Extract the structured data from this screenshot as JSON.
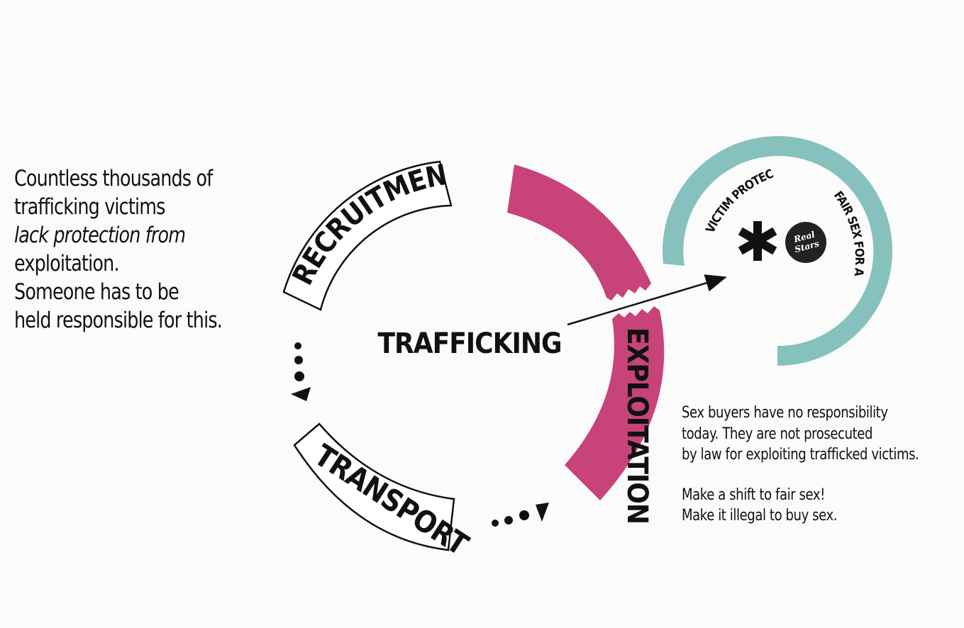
{
  "left_paragraph": {
    "lines": [
      "Countless thousands of",
      "trafficking victims",
      "lack protection from",
      "exploitation.",
      "Someone has to be",
      "held responsible for this."
    ]
  },
  "diagram": {
    "center_label": "TRAFFICKING",
    "stages": {
      "recruitment": "RECRUITMENT",
      "transport": "TRANSPORT",
      "exploitation": "EXPLOITATION"
    },
    "protection_ring": {
      "left_label": "VICTIM PROTECTION",
      "right_label": "FAIR SEX FOR ALL",
      "logo_text_top": "Real",
      "logo_text_bottom": "Stars"
    },
    "colors": {
      "exploitation": "#c7437a",
      "protection": "#86c1bd",
      "ink": "#111111"
    }
  },
  "right_paragraph": {
    "lines": [
      "Sex buyers have no responsibility",
      "today. They are not prosecuted",
      "by law for exploiting trafficked victims."
    ],
    "call_to_action": [
      "Make a shift to fair sex!",
      "Make it illegal to buy sex."
    ]
  }
}
